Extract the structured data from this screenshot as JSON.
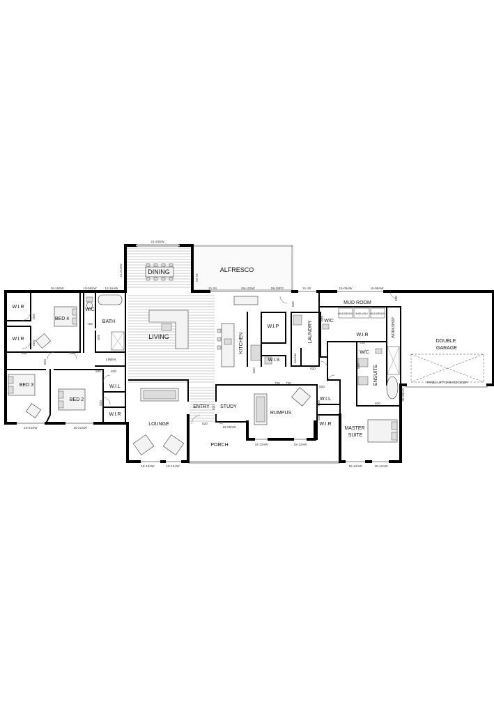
{
  "rooms": {
    "alfresco": "ALFRESCO",
    "dining": "DINING",
    "living": "LIVING",
    "kitchen": "KITCHEN",
    "wip": "W.I.P",
    "wis": "W.I.S",
    "laundry": "LAUNDRY",
    "wc_laundry": "W/C",
    "broom": "BROOM",
    "mud_room": "MUD ROOM",
    "wir_master": "W.I.R",
    "workshop": "WORKSHOP",
    "double_garage": "DOUBLE GARAGE",
    "panel_lift": "PANEL LIFT GARAGE DOOR",
    "wc_ensuite": "W/C",
    "ensuite": "ENSUITE",
    "master_suite": "MASTER SUITE",
    "rumpus": "RUMPUS",
    "wil_rumpus_1": "W.I.L",
    "wir_rumpus": "W.I.R",
    "entry": "ENTRY",
    "study": "STUDY",
    "porch": "PORCH",
    "lounge": "LOUNGE",
    "wil_bed": "W.I.L",
    "wir_bed": "W.I.R",
    "bed2": "BED 2",
    "bed3": "BED 3",
    "bed4": "BED 4",
    "wir_bed4": "W.I.R",
    "wir_bed3": "W.I.R",
    "wc_bath": "W/C",
    "bath": "BATH",
    "linen": "LINEN"
  },
  "labels": {
    "mud_bench_1": "MUD BENCH",
    "shelving": "SHELVING",
    "mud_bench_2": "MUD BENCH"
  },
  "windows": {
    "dining_top": "21-24SW",
    "dining_left": "21-21SW",
    "dining_right": "21-24",
    "living_alf_1": "21-24",
    "living_alf_2": "09-12SW",
    "living_alf_3": "09-15FG",
    "living_alf_4": "21-18",
    "mud_1": "15-09AW",
    "mud_2": "15-09AW",
    "bed4_1": "10-18SW",
    "bed4_2": "10-06SW",
    "bath_top": "12-15AW",
    "bed3_bottom": "15-21SW",
    "bed2_bottom": "15-21SW",
    "lounge_1": "15-12AW",
    "lounge_2": "15-12AW",
    "study_bottom": "15-09AW",
    "rumpus_1": "15-12AW",
    "rumpus_2": "15-12AW",
    "master_1": "15-12AW",
    "master_2": "15-12AW",
    "ensuite_side": "06-09AW"
  },
  "doors": {
    "d820_bed4_1": "820",
    "d820_bed4_2": "820",
    "d720_wc": "720",
    "d820_bath": "820",
    "d820_wir3": "820",
    "d820_bed3": "820",
    "d820_bed2": "820",
    "d820_wil": "820",
    "d820_wil_2": "820",
    "d820_wir": "820",
    "d820_entry": "820",
    "d820_study": "820",
    "d720_rumpus_1": "720",
    "d720_rumpus_2": "720",
    "d820_rumpus": "820",
    "d820_rumpus_wil": "820",
    "d820_rumpus_wir": "820",
    "d820_laundry": "820",
    "d820_laundry_2": "820",
    "d820_wc_l": "820",
    "d820_mud": "820",
    "d720_ensuite": "720",
    "d820_ensuite": "820",
    "d820_master": "820",
    "d820_wis": "820"
  }
}
